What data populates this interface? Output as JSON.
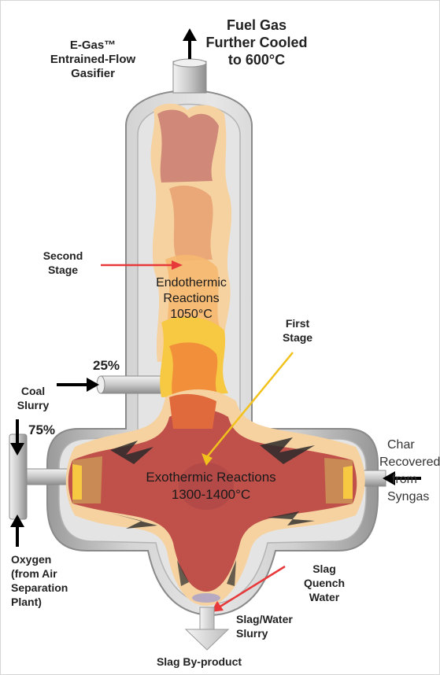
{
  "labels": {
    "title_line1": "E-Gas™",
    "title_line2": "Entrained-Flow",
    "title_line3": "Gasifier",
    "fuel_gas_line1": "Fuel Gas",
    "fuel_gas_line2": "Further Cooled",
    "fuel_gas_line3": "to 600°C",
    "second_stage_line1": "Second",
    "second_stage_line2": "Stage",
    "endo_line1": "Endothermic",
    "endo_line2": "Reactions",
    "endo_line3": "1050°C",
    "first_stage_line1": "First",
    "first_stage_line2": "Stage",
    "pct_25": "25%",
    "coal_line1": "Coal",
    "coal_line2": "Slurry",
    "pct_75": "75%",
    "exo_line1": "Exothermic Reactions",
    "exo_line2": "1300-1400°C",
    "char_line1": "Char",
    "char_line2": "Recovered",
    "char_line3": "from",
    "char_line4": "Syngas",
    "oxygen_line1": "Oxygen",
    "oxygen_line2": "(from Air",
    "oxygen_line3": "Separation",
    "oxygen_line4": "Plant)",
    "slag_line1": "Slag",
    "slag_line2": "Quench",
    "slag_line3": "Water",
    "slag_water_line1": "Slag/Water",
    "slag_water_line2": "Slurry",
    "byproduct": "Slag By-product"
  },
  "colors": {
    "vessel_outer": "#bdbdbd",
    "vessel_inner": "#ececec",
    "flame_red": "#c0504a",
    "flame_orange": "#f0883a",
    "flame_yellow": "#f7c842",
    "flame_pale": "#f6d2a0",
    "pointer_red": "#e8393a",
    "pointer_yellow": "#f2c21c"
  }
}
